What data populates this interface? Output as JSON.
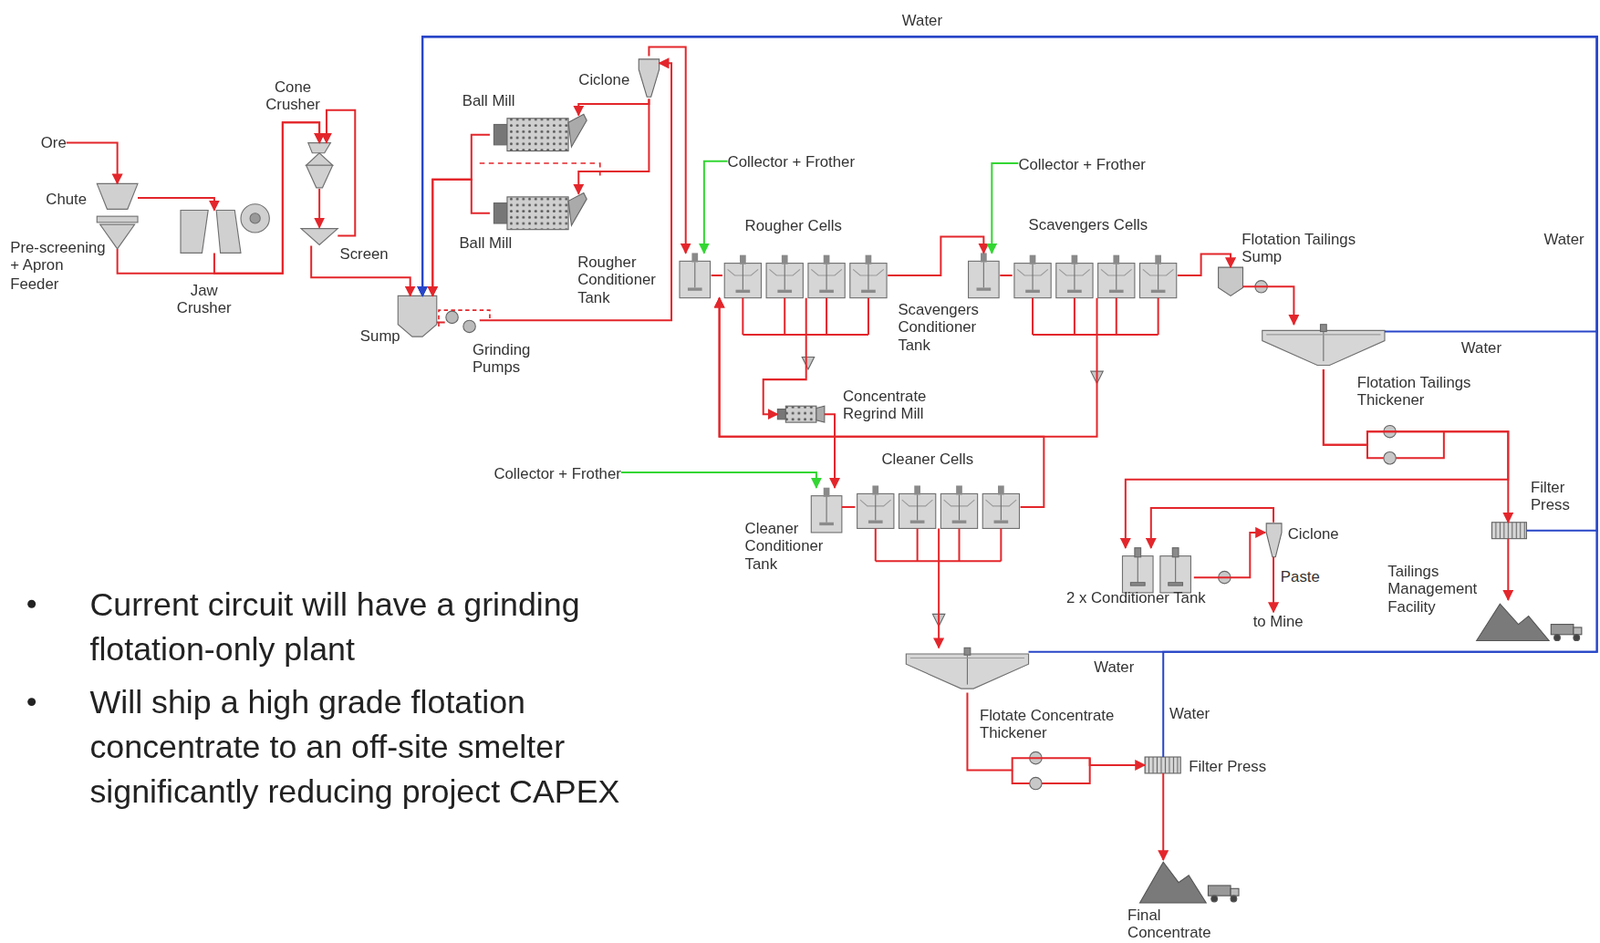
{
  "diagram": {
    "nodes": [
      {
        "text": [
          "Ore"
        ]
      },
      {
        "text": [
          "Chute"
        ]
      },
      {
        "text": [
          "Pre-screening + Apron Feeder"
        ]
      },
      {
        "text": [
          "Jaw Crusher"
        ]
      },
      {
        "text": [
          "Cone Crusher"
        ]
      },
      {
        "text": [
          "Screen"
        ]
      },
      {
        "text": [
          "Sump"
        ]
      },
      {
        "text": [
          "Grinding Pumps"
        ]
      },
      {
        "text": [
          "Ball Mill"
        ]
      },
      {
        "text": [
          "Ball Mill"
        ]
      },
      {
        "text": [
          "Ciclone"
        ]
      },
      {
        "text": [
          "Rougher Conditioner Tank"
        ]
      },
      {
        "text": [
          "Rougher Cells"
        ]
      },
      {
        "text": [
          "Scavengers Conditioner Tank"
        ]
      },
      {
        "text": [
          "Scavengers Cells"
        ]
      },
      {
        "text": [
          "Flotation Tailings Sump"
        ]
      },
      {
        "text": [
          "Flotation Tailings Thickener"
        ]
      },
      {
        "text": [
          "Concentrate Regrind Mill"
        ]
      },
      {
        "text": [
          "Cleaner Conditioner Tank"
        ]
      },
      {
        "text": [
          "Cleaner Cells"
        ]
      },
      {
        "text": [
          "Flotate Concentrate Thickener"
        ]
      },
      {
        "text": [
          "Filter Press"
        ]
      },
      {
        "text": [
          "Final Concentrate"
        ]
      },
      {
        "text": [
          "Filter Press"
        ]
      },
      {
        "text": [
          "Tailings Management Facility"
        ]
      },
      {
        "text": [
          "2 x Conditioner Tank"
        ]
      },
      {
        "text": [
          "Ciclone"
        ]
      },
      {
        "text": [
          "to Mine"
        ]
      },
      {
        "text": [
          "Collector + Frother"
        ]
      },
      {
        "text": [
          "Collector + Frother"
        ]
      },
      {
        "text": [
          "Collector + Frother"
        ]
      }
    ],
    "edges": [
      {
        "from": 0,
        "to": 1,
        "arrow": "to"
      },
      {
        "from": 1,
        "to": 3,
        "arrow": "to"
      },
      {
        "from": 2,
        "to": 4,
        "arrow": "to"
      },
      {
        "from": 3,
        "to": 4,
        "arrow": "to"
      },
      {
        "from": 4,
        "to": 5,
        "arrow": "to"
      },
      {
        "from": 5,
        "to": 4,
        "arrow": "to"
      },
      {
        "from": 5,
        "to": 6,
        "arrow": "to"
      },
      {
        "from": 6,
        "to": 7,
        "arrow": "none"
      },
      {
        "from": 7,
        "to": 10,
        "arrow": "to"
      },
      {
        "from": 10,
        "to": 8,
        "arrow": "to"
      },
      {
        "from": 10,
        "to": 9,
        "arrow": "to"
      },
      {
        "from": 8,
        "to": 6,
        "arrow": "to"
      },
      {
        "from": 9,
        "to": 6,
        "arrow": "to"
      },
      {
        "from": 10,
        "to": 11,
        "arrow": "to"
      },
      {
        "from": 11,
        "to": 12,
        "arrow": "none"
      },
      {
        "from": 12,
        "to": 13,
        "arrow": "to"
      },
      {
        "from": 12,
        "to": 17,
        "arrow": "to"
      },
      {
        "from": 17,
        "to": 18,
        "arrow": "to"
      },
      {
        "from": 13,
        "to": 14,
        "arrow": "none"
      },
      {
        "from": 14,
        "to": 15,
        "arrow": "to"
      },
      {
        "from": 14,
        "to": 11,
        "arrow": "to"
      },
      {
        "from": 18,
        "to": 19,
        "arrow": "none"
      },
      {
        "from": 19,
        "to": 11,
        "arrow": "to"
      },
      {
        "from": 19,
        "to": 20,
        "arrow": "to"
      },
      {
        "from": 15,
        "to": 16,
        "arrow": "to"
      },
      {
        "from": 16,
        "to": 23,
        "arrow": "to"
      },
      {
        "from": 16,
        "to": 25,
        "arrow": "to"
      },
      {
        "from": 25,
        "to": 26,
        "arrow": "to"
      },
      {
        "from": 26,
        "to": 25,
        "arrow": "to"
      },
      {
        "from": 26,
        "to": 27,
        "label": "Paste",
        "arrow": "to"
      },
      {
        "from": 23,
        "to": 24,
        "arrow": "to"
      },
      {
        "from": 20,
        "to": 21,
        "arrow": "to"
      },
      {
        "from": 21,
        "to": 22,
        "arrow": "to"
      },
      {
        "from": 28,
        "to": 11,
        "arrow": "to"
      },
      {
        "from": 29,
        "to": 13,
        "arrow": "to"
      },
      {
        "from": 30,
        "to": 18,
        "arrow": "to"
      },
      {
        "from": 16,
        "to": 6,
        "arrow": "to"
      },
      {
        "from": 23,
        "to": 6,
        "arrow": "to"
      },
      {
        "from": 20,
        "to": 6,
        "arrow": "to"
      },
      {
        "from": 21,
        "to": 6,
        "arrow": "to"
      }
    ],
    "labels": [
      "Water",
      "Water",
      "Water",
      "Water",
      "Water",
      "Current circuit will have a grinding flotation-only plant",
      "Will ship a high grade flotation concentrate to an off-site smelter significantly reducing project CAPEX"
    ]
  }
}
